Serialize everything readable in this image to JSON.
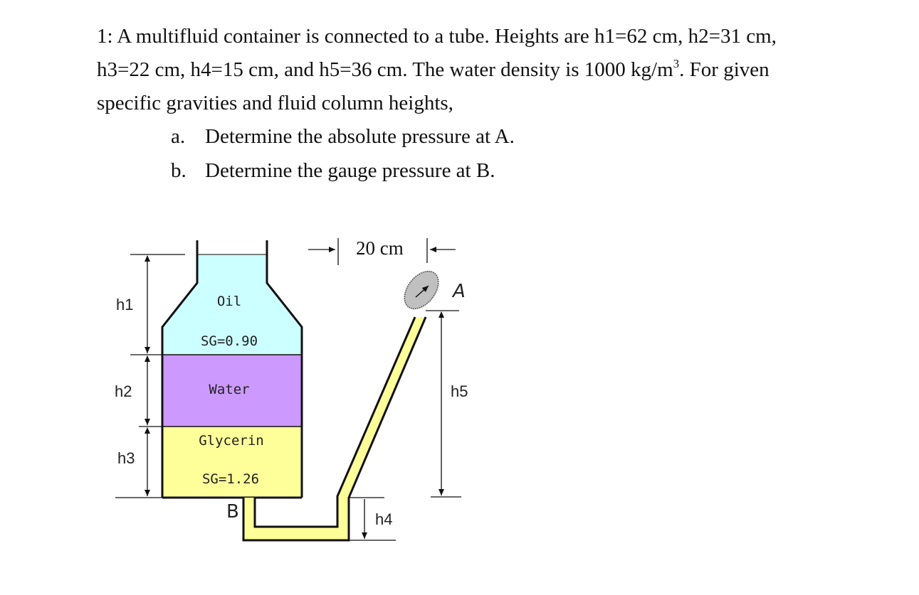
{
  "problem": {
    "number": "1:",
    "line1": "A multifluid container is connected to a tube. Heights are h1=62 cm, h2=31 cm,",
    "line2_pre": "h3=22 cm, h4=15 cm, and h5=36 cm. The water density is 1000 kg/m",
    "line2_sup": "3",
    "line2_post": ". For given",
    "line3": "specific gravities and fluid column heights,",
    "parts": [
      {
        "label": "a.",
        "text": "Determine the absolute pressure at A."
      },
      {
        "label": "b.",
        "text": "Determine the gauge pressure at B."
      }
    ],
    "given": {
      "h1_cm": 62,
      "h2_cm": 31,
      "h3_cm": 22,
      "h4_cm": 15,
      "h5_cm": 36,
      "water_density": "1000 kg/m3"
    }
  },
  "diagram": {
    "fluids": [
      {
        "name": "Oil",
        "sg": "SG=0.90",
        "color": "#ccffff"
      },
      {
        "name": "Water",
        "sg": "",
        "color": "#cc99ff"
      },
      {
        "name": "Glycerin",
        "sg": "SG=1.26",
        "color": "#ffff99"
      }
    ],
    "tube_color": "#ffff99",
    "gauge_color": "#c0c0c0",
    "dimensions": {
      "h1": "h1",
      "h2": "h2",
      "h3": "h3",
      "h4": "h4",
      "h5": "h5",
      "width": "20 cm"
    },
    "points": {
      "A": "A",
      "B": "B"
    }
  }
}
